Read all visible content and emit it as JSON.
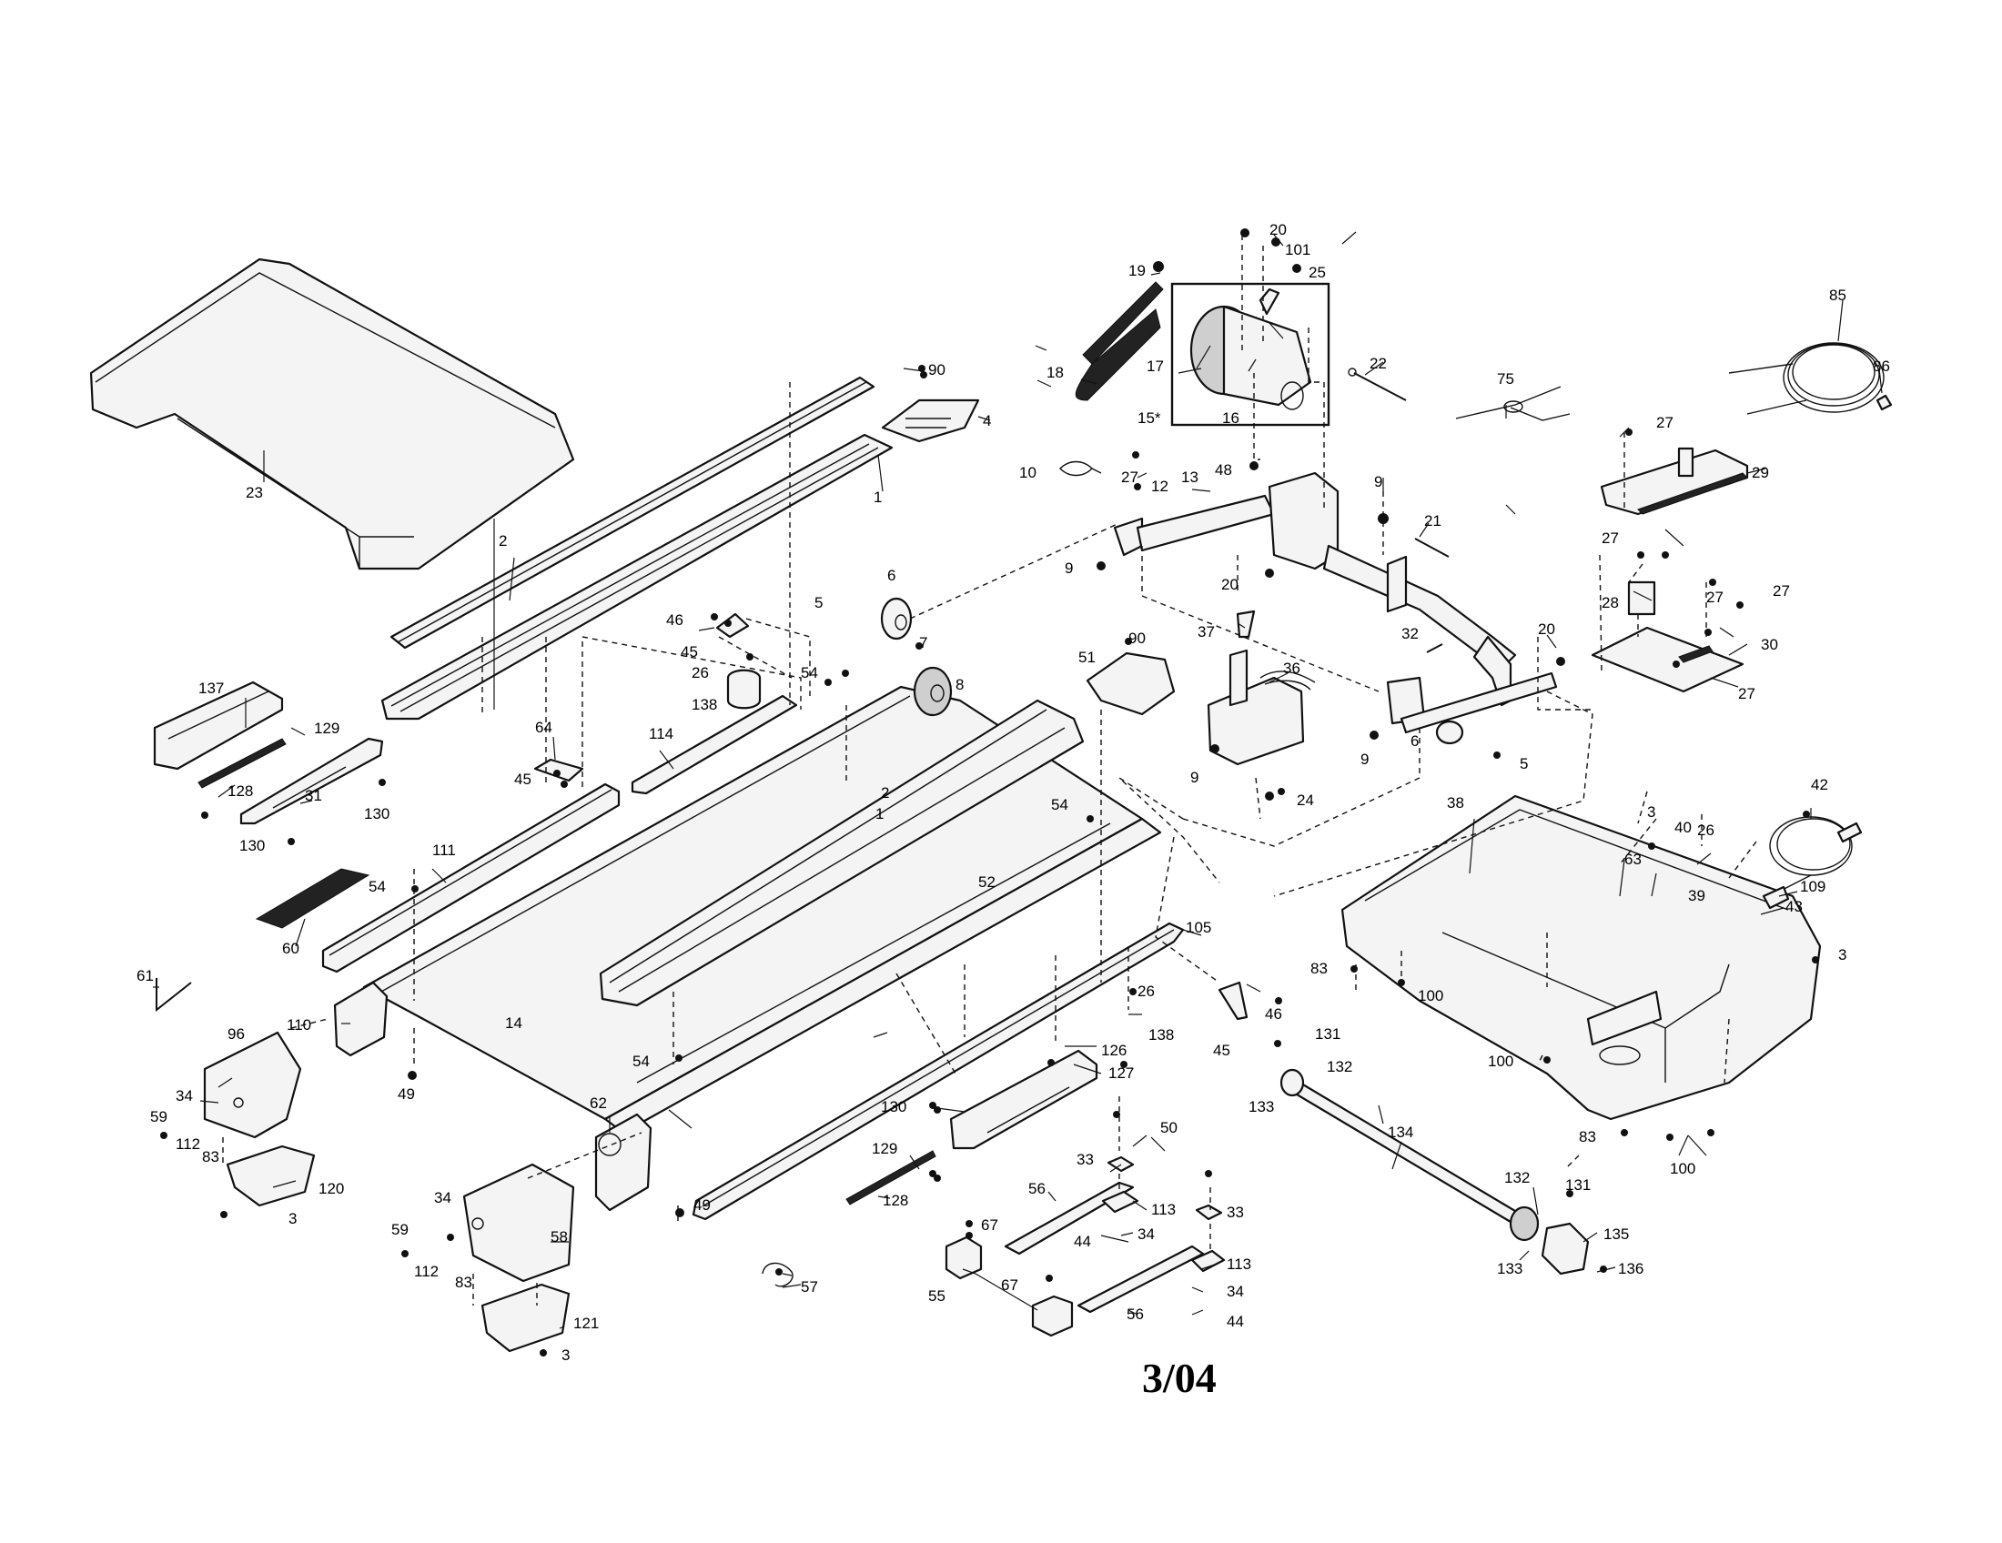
{
  "revision": "3/04",
  "labels": {
    "l1a": "1",
    "l1b": "1",
    "l2a": "2",
    "l2b": "2",
    "l3a": "3",
    "l3b": "3",
    "l3c": "3",
    "l3d": "3",
    "l4": "4",
    "l5a": "5",
    "l5b": "5",
    "l6a": "6",
    "l6b": "6",
    "l7": "7",
    "l8": "8",
    "l9a": "9",
    "l9b": "9",
    "l9c": "9",
    "l9d": "9",
    "l10": "10",
    "l12": "12",
    "l13": "13",
    "l14": "14",
    "l15": "15*",
    "l16": "16",
    "l17": "17",
    "l18": "18",
    "l19": "19",
    "l20a": "20",
    "l20b": "20",
    "l20c": "20",
    "l21": "21",
    "l22": "22",
    "l23": "23",
    "l24": "24",
    "l25": "25",
    "l26a": "26",
    "l26b": "26",
    "l26c": "26",
    "l27a": "27",
    "l27b": "27",
    "l27c": "27",
    "l27d": "27",
    "l27e": "27",
    "l27f": "27",
    "l28": "28",
    "l29": "29",
    "l30": "30",
    "l31": "31",
    "l32": "32",
    "l33a": "33",
    "l33b": "33",
    "l34a": "34",
    "l34b": "34",
    "l34c": "34",
    "l34d": "34",
    "l36": "36",
    "l37": "37",
    "l38": "38",
    "l39": "39",
    "l40": "40",
    "l42": "42",
    "l43": "43",
    "l44a": "44",
    "l44b": "44",
    "l45a": "45",
    "l45b": "45",
    "l45c": "45",
    "l46a": "46",
    "l46b": "46",
    "l48": "48",
    "l49a": "49",
    "l49b": "49",
    "l50": "50",
    "l51": "51",
    "l52": "52",
    "l54a": "54",
    "l54b": "54",
    "l54c": "54",
    "l54d": "54",
    "l55": "55",
    "l56a": "56",
    "l56b": "56",
    "l57": "57",
    "l58": "58",
    "l59a": "59",
    "l59b": "59",
    "l60": "60",
    "l61": "61",
    "l62": "62",
    "l63": "63",
    "l64": "64",
    "l67a": "67",
    "l67b": "67",
    "l75": "75",
    "l83a": "83",
    "l83b": "83",
    "l83c": "83",
    "l83d": "83",
    "l85": "85",
    "l86": "86",
    "l90a": "90",
    "l90b": "90",
    "l96": "96",
    "l100a": "100",
    "l100b": "100",
    "l100c": "100",
    "l101": "101",
    "l105": "105",
    "l109": "109",
    "l110": "110",
    "l111": "111",
    "l112a": "112",
    "l112b": "112",
    "l113a": "113",
    "l113b": "113",
    "l114": "114",
    "l120": "120",
    "l121": "121",
    "l126": "126",
    "l127": "127",
    "l128a": "128",
    "l128b": "128",
    "l129a": "129",
    "l129b": "129",
    "l130a": "130",
    "l130b": "130",
    "l130c": "130",
    "l131a": "131",
    "l131b": "131",
    "l132a": "132",
    "l132b": "132",
    "l133a": "133",
    "l133b": "133",
    "l134": "134",
    "l135": "135",
    "l136": "136",
    "l137": "137",
    "l138a": "138",
    "l138b": "138"
  }
}
